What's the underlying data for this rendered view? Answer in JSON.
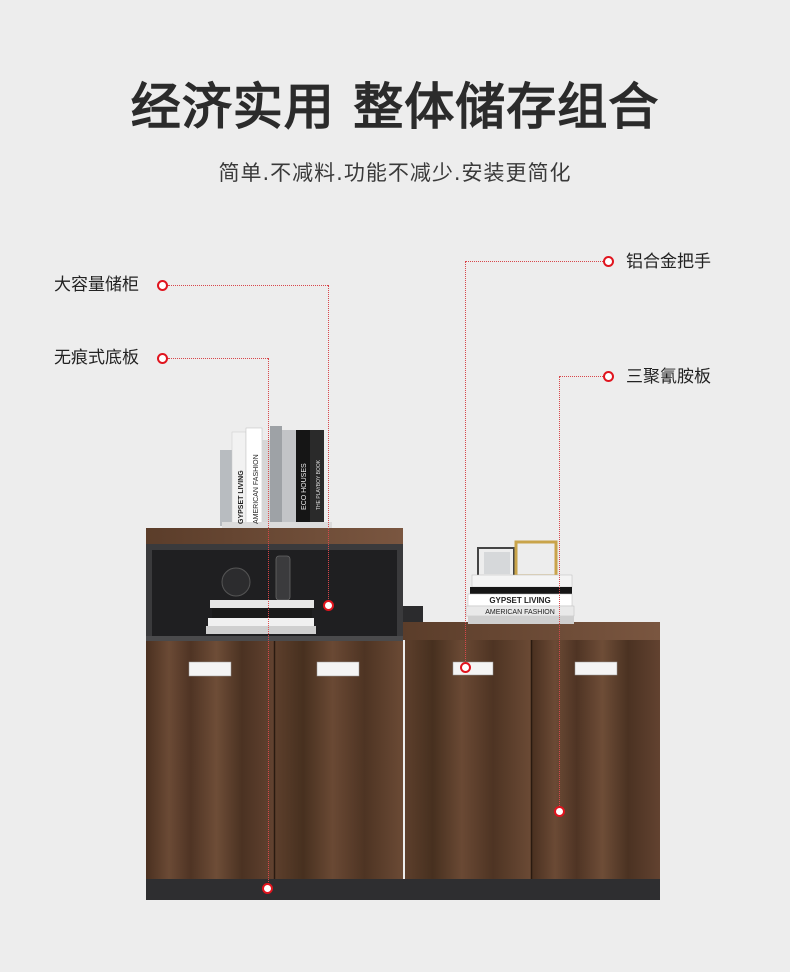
{
  "header": {
    "title": "经济实用 整体储存组合",
    "subtitle": "简单.不减料.功能不减少.安装更简化"
  },
  "callouts": [
    {
      "id": "storage",
      "label": "大容量储柜"
    },
    {
      "id": "base",
      "label": "无痕式底板"
    },
    {
      "id": "handle",
      "label": "铝合金把手"
    },
    {
      "id": "panel",
      "label": "三聚氰胺板"
    }
  ],
  "book_spines": {
    "s1": "GYPSET LIVING",
    "s2": "AMERICAN FASHION",
    "s3": "ECO HOUSES",
    "s4": "THE PLAYBOY BOOK",
    "s5": "GYPSET LIVING",
    "s6": "AMERICAN FASHION"
  },
  "colors": {
    "background": "#ededed",
    "wood": "#5a3b2a",
    "carcass": "#3a3a3c",
    "accent_red": "#e0141e"
  }
}
